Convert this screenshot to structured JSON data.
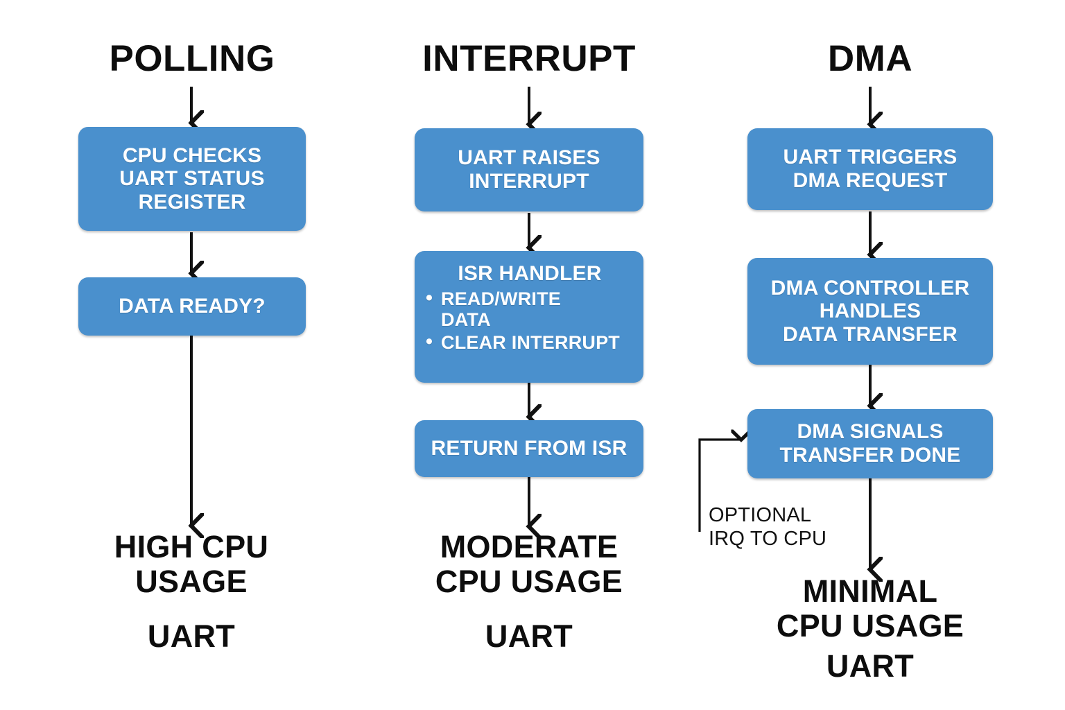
{
  "figure": {
    "background_color": "#ffffff",
    "box_fill_color": "#4a90cd",
    "box_text_color": "#ffffff",
    "text_color": "#0d0d0d"
  },
  "columns": [
    {
      "title": "POLLING",
      "boxes": [
        {
          "text": "CPU CHECKS\nUART STATUS\nREGISTER"
        },
        {
          "text": "DATA READY?"
        }
      ],
      "outcome": "HIGH  CPU\nUSAGE",
      "footer": "UART"
    },
    {
      "title": "INTERRUPT",
      "boxes": [
        {
          "text": "UART RAISES\nINTERRUPT"
        },
        {
          "title": "ISR HANDLER",
          "bullets": [
            "READ/WRITE\nDATA",
            "CLEAR INTERRUPT"
          ]
        },
        {
          "text": "RETURN FROM ISR"
        }
      ],
      "outcome": "MODERATE\nCPU USAGE",
      "footer": "UART"
    },
    {
      "title": "DMA",
      "boxes": [
        {
          "text": "UART TRIGGERS\nDMA REQUEST"
        },
        {
          "text": "DMA CONTROLLER\nHANDLES\nDATA TRANSFER"
        },
        {
          "text": "DMA SIGNALS\nTRANSFER DONE"
        }
      ],
      "outcome": "MINIMAL\nCPU USAGE",
      "footer": "UART",
      "side_note": "OPTIONAL\nIRQ TO CPU"
    }
  ]
}
